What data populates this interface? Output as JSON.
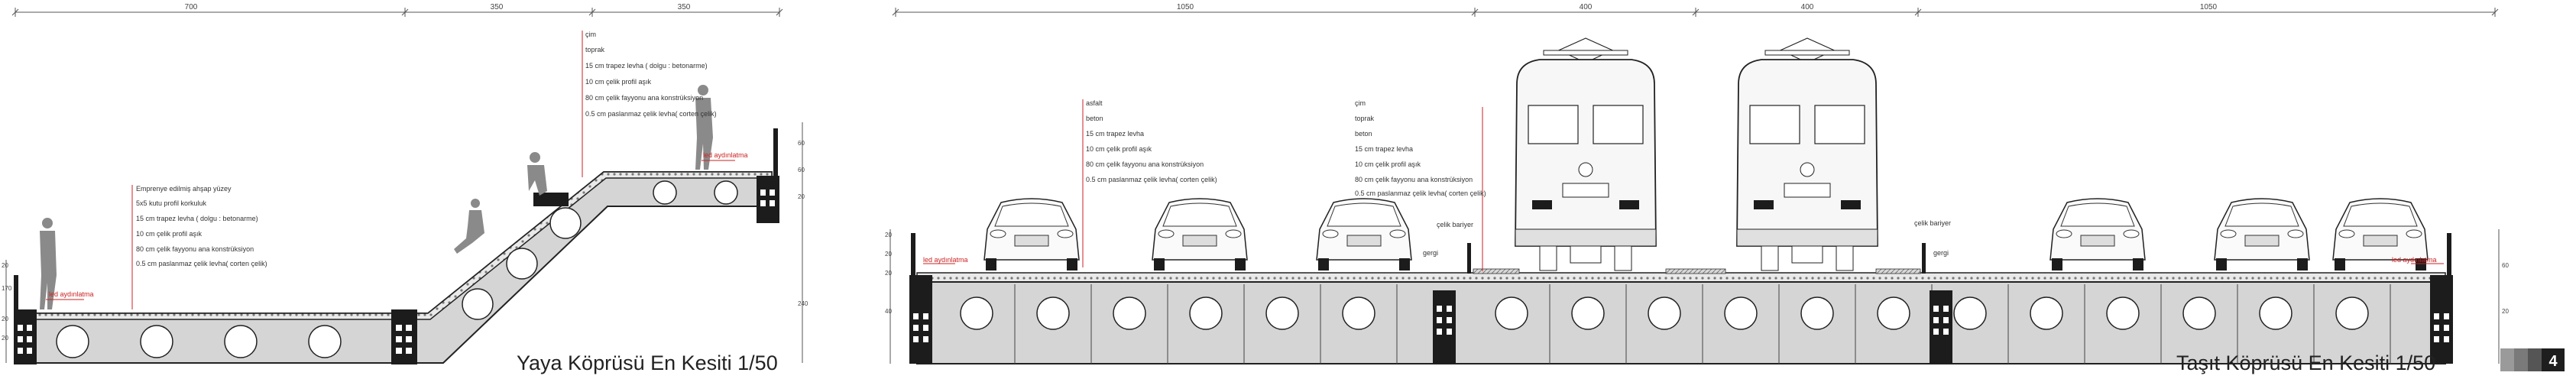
{
  "pedestrian": {
    "title": "Yaya Köprüsü En Kesiti 1/50",
    "dims_top": [
      "700",
      "350",
      "350"
    ],
    "notes_left": [
      "Emprenye edilmiş ahşap yüzey",
      "5x5 kutu profil korkuluk",
      "15 cm trapez levha ( dolgu : betonarme)",
      "10 cm çelik profil aşık",
      "80 cm çelik fayyonu ana konstrüksiyon",
      "0.5 cm paslanmaz çelik levha( corten çelik)"
    ],
    "notes_top": [
      "çim",
      "toprak",
      "15 cm trapez levha ( dolgu : betonarme)",
      "10 cm çelik profil aşık",
      "80 cm çelik fayyonu ana konstrüksiyon",
      "0.5 cm paslanmaz çelik levha( corten çelik)"
    ],
    "led_left": "led aydınlatma",
    "led_right": "led aydınlatma",
    "vdims": [
      "20",
      "170",
      "20",
      "20",
      "60",
      "60",
      "20",
      "240"
    ]
  },
  "vehicle": {
    "title": "Taşıt Köprüsü En Kesiti 1/50",
    "dims_top": [
      "1050",
      "400",
      "400",
      "1050"
    ],
    "notes_asphalt": [
      "asfalt",
      "beton",
      "15 cm trapez levha",
      "10 cm çelik profil aşık",
      "80 cm çelik fayyonu ana konstrüksiyon",
      "0.5 cm paslanmaz çelik levha( corten çelik)"
    ],
    "notes_grass": [
      "çim",
      "toprak",
      "beton",
      "15 cm trapez levha",
      "10 cm çelik profil aşık",
      "80 cm çelik fayyonu ana konstrüksiyon",
      "0.5 cm paslanmaz çelik levha( corten çelik)"
    ],
    "barrier_label_1": [
      "çelik bariyer",
      "gergi"
    ],
    "barrier_label_2": [
      "çelik bariyer",
      "gergi"
    ],
    "led_left": "led aydınlatma",
    "led_right": "led aydınlatma",
    "vdims": [
      "20",
      "20",
      "20",
      "40",
      "60",
      "20"
    ]
  },
  "page_number": "4",
  "colors": {
    "deck": "#d6d6d6",
    "line": "#222222",
    "accent": "#cc2222",
    "panel": "#1e1e1e"
  }
}
